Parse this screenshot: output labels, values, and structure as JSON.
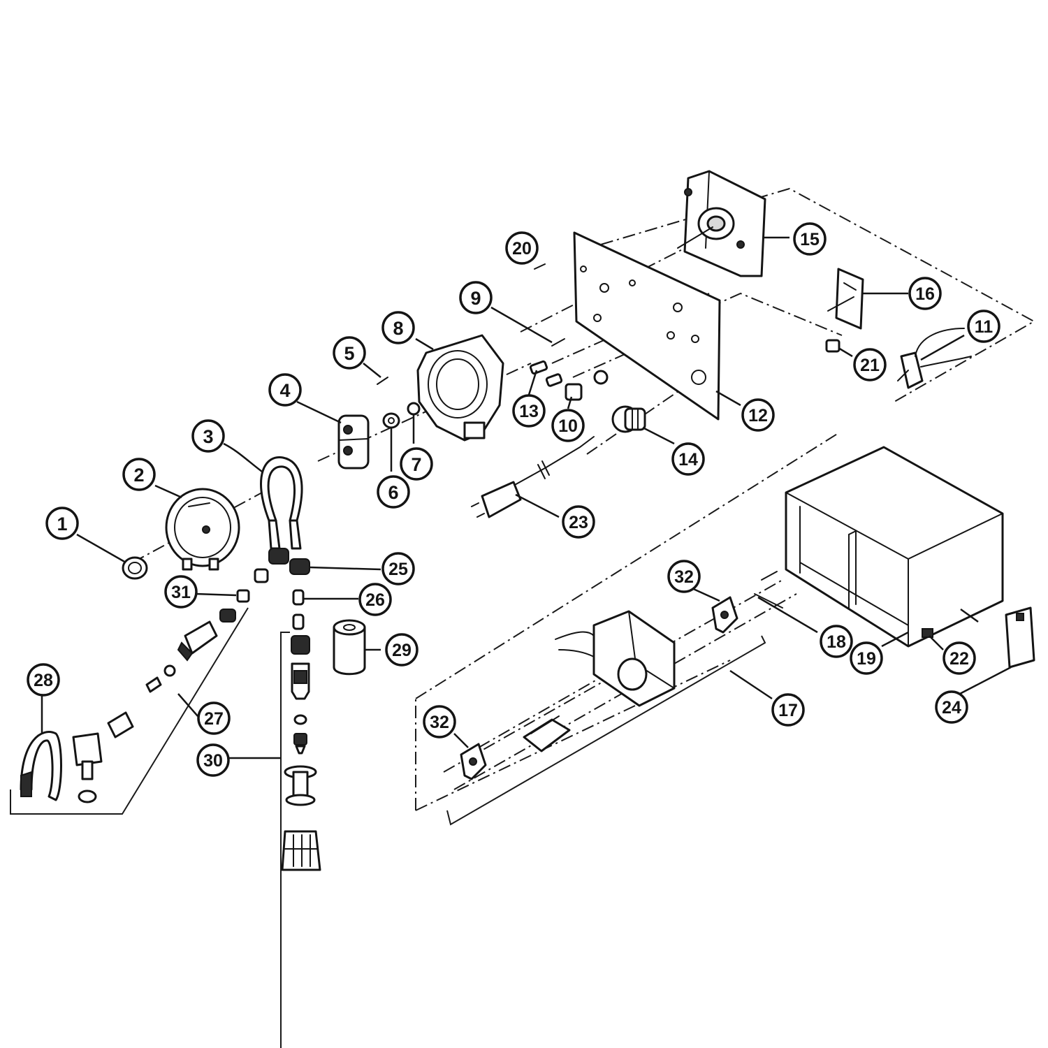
{
  "callouts": [
    {
      "id": "c1",
      "label": "1"
    },
    {
      "id": "c2",
      "label": "2"
    },
    {
      "id": "c3",
      "label": "3"
    },
    {
      "id": "c4",
      "label": "4"
    },
    {
      "id": "c5",
      "label": "5"
    },
    {
      "id": "c6",
      "label": "6"
    },
    {
      "id": "c7",
      "label": "7"
    },
    {
      "id": "c8",
      "label": "8"
    },
    {
      "id": "c9",
      "label": "9"
    },
    {
      "id": "c10",
      "label": "10"
    },
    {
      "id": "c11",
      "label": "11"
    },
    {
      "id": "c12",
      "label": "12"
    },
    {
      "id": "c13",
      "label": "13"
    },
    {
      "id": "c14",
      "label": "14"
    },
    {
      "id": "c15",
      "label": "15"
    },
    {
      "id": "c16",
      "label": "16"
    },
    {
      "id": "c17",
      "label": "17"
    },
    {
      "id": "c18",
      "label": "18"
    },
    {
      "id": "c19",
      "label": "19"
    },
    {
      "id": "c20",
      "label": "20"
    },
    {
      "id": "c21",
      "label": "21"
    },
    {
      "id": "c22",
      "label": "22"
    },
    {
      "id": "c23",
      "label": "23"
    },
    {
      "id": "c24",
      "label": "24"
    },
    {
      "id": "c25",
      "label": "25"
    },
    {
      "id": "c26",
      "label": "26"
    },
    {
      "id": "c27",
      "label": "27"
    },
    {
      "id": "c28",
      "label": "28"
    },
    {
      "id": "c29",
      "label": "29"
    },
    {
      "id": "c30",
      "label": "30"
    },
    {
      "id": "c31",
      "label": "31"
    },
    {
      "id": "c32a",
      "label": "32"
    },
    {
      "id": "c32b",
      "label": "32"
    }
  ],
  "colors": {
    "ink": "#141414",
    "paper": "#ffffff"
  }
}
